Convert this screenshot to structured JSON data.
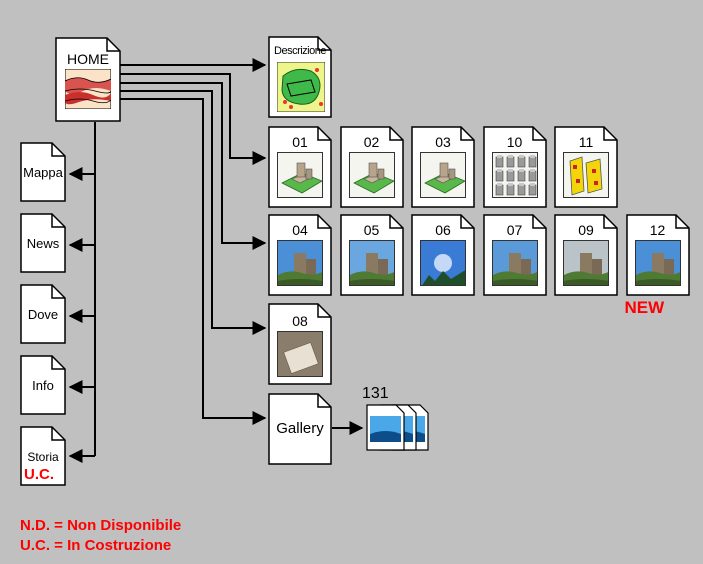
{
  "colors": {
    "background": "#c0c0c0",
    "page_fill": "#ffffff",
    "page_stroke": "#000000",
    "note_red": "#ff0000"
  },
  "home": {
    "label": "HOME"
  },
  "descrizione": {
    "label": "Descrizione"
  },
  "left_pages": [
    {
      "label": "Mappa"
    },
    {
      "label": "News"
    },
    {
      "label": "Dove"
    },
    {
      "label": "Info"
    },
    {
      "label": "Storia",
      "note": "U.C."
    }
  ],
  "row1": [
    {
      "label": "01",
      "icon": "model-3d-icon"
    },
    {
      "label": "02",
      "icon": "model-3d-icon"
    },
    {
      "label": "03",
      "icon": "model-3d-icon"
    },
    {
      "label": "10",
      "icon": "model-grid-icon"
    },
    {
      "label": "11",
      "icon": "model-yellow-icon"
    }
  ],
  "row2": [
    {
      "label": "04",
      "icon": "photo-icon"
    },
    {
      "label": "05",
      "icon": "photo-icon"
    },
    {
      "label": "06",
      "icon": "photo-sky-icon"
    },
    {
      "label": "07",
      "icon": "photo-icon"
    },
    {
      "label": "09",
      "icon": "photo-icon"
    },
    {
      "label": "12",
      "icon": "photo-icon",
      "note": "NEW"
    }
  ],
  "single": {
    "label": "08",
    "icon": "stone-plaque-icon"
  },
  "gallery": {
    "label": "Gallery",
    "count": "131"
  },
  "legend": {
    "nd": "N.D. = Non Disponibile",
    "uc": "U.C. = In Costruzione"
  }
}
